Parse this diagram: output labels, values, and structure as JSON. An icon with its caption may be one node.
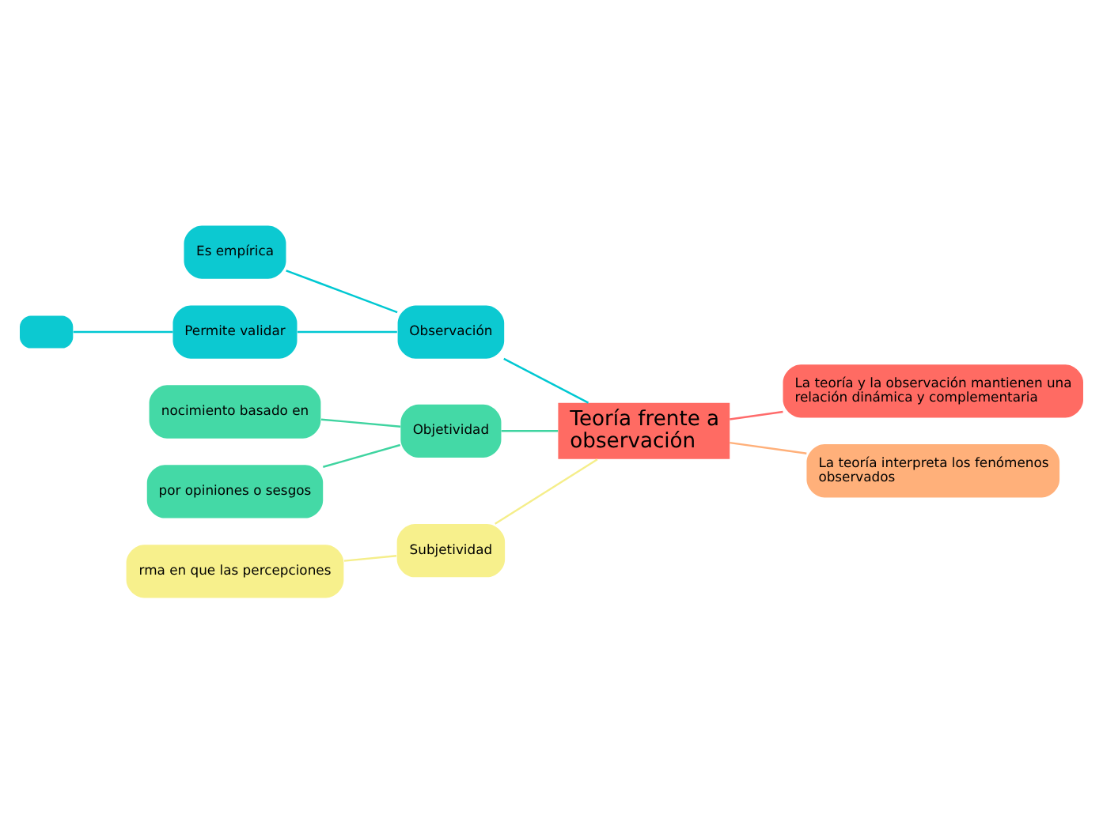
{
  "diagram": {
    "nodes": [
      {
        "text": [
          "Teoría frente a observación"
        ]
      },
      {
        "text": [
          "Observación"
        ]
      },
      {
        "text": [
          "Es empírica"
        ]
      },
      {
        "text": [
          "Permite validar"
        ]
      },
      {
        "text": [],
        "shape": "box"
      },
      {
        "text": [
          "Objetividad"
        ]
      },
      {
        "text": [
          "nocimiento basado en"
        ]
      },
      {
        "text": [
          "por opiniones o sesgos"
        ]
      },
      {
        "text": [
          "Subjetividad"
        ]
      },
      {
        "text": [
          "rma en que las percepciones"
        ]
      },
      {
        "text": [
          "La teoría y la observación mantienen una relación dinámica y complementaria"
        ]
      },
      {
        "text": [
          "La teoría interpreta los fenómenos observados"
        ]
      }
    ],
    "edges": [
      {
        "from": 0,
        "to": 1,
        "arrow": "none",
        "color": "#00c8d2"
      },
      {
        "from": 1,
        "to": 2,
        "arrow": "none",
        "color": "#00c8d2"
      },
      {
        "from": 1,
        "to": 3,
        "arrow": "none",
        "color": "#00c8d2"
      },
      {
        "from": 3,
        "to": 4,
        "arrow": "none",
        "color": "#00c8d2"
      },
      {
        "from": 0,
        "to": 5,
        "arrow": "none",
        "color": "#3fd4a0"
      },
      {
        "from": 5,
        "to": 6,
        "arrow": "none",
        "color": "#3fd4a0"
      },
      {
        "from": 5,
        "to": 7,
        "arrow": "none",
        "color": "#3fd4a0"
      },
      {
        "from": 0,
        "to": 8,
        "arrow": "none",
        "color": "#f5ee8a"
      },
      {
        "from": 8,
        "to": 9,
        "arrow": "none",
        "color": "#f5ee8a"
      },
      {
        "from": 0,
        "to": 10,
        "arrow": "none",
        "color": "#ff6b6b"
      },
      {
        "from": 0,
        "to": 11,
        "arrow": "none",
        "color": "#ffb07a"
      }
    ]
  }
}
